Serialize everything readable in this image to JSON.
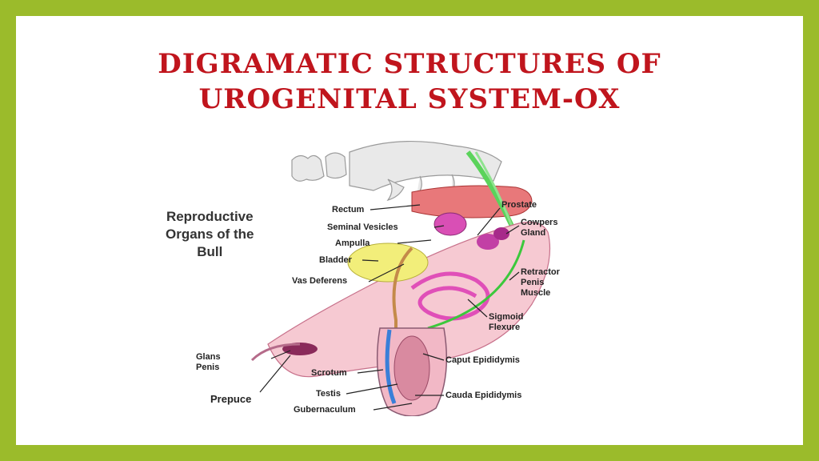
{
  "title": {
    "line1": "Digramatic  structures of",
    "line2": "urogenital system-ox"
  },
  "diagram": {
    "heading": [
      "Reproductive",
      "Organs of the",
      "Bull"
    ],
    "labels": {
      "rectum": "Rectum",
      "seminal_vesicles": "Seminal Vesicles",
      "ampulla": "Ampulla",
      "bladder": "Bladder",
      "vas_deferens": "Vas Deferens",
      "glans_penis": "Glans\nPenis",
      "prepuce": "Prepuce",
      "scrotum": "Scrotum",
      "testis": "Testis",
      "gubernaculum": "Gubernaculum",
      "prostate": "Prostate",
      "cowpers_gland": "Cowpers\nGland",
      "retractor_penis_muscle": "Retractor\nPenis\nMuscle",
      "sigmoid_flexure": "Sigmoid\nFlexure",
      "caput_epididymis": "Caput Epididymis",
      "cauda_epididymis": "Cauda Epididymis"
    }
  },
  "colors": {
    "frame": "#9bbb2b",
    "title": "#c0151d"
  }
}
